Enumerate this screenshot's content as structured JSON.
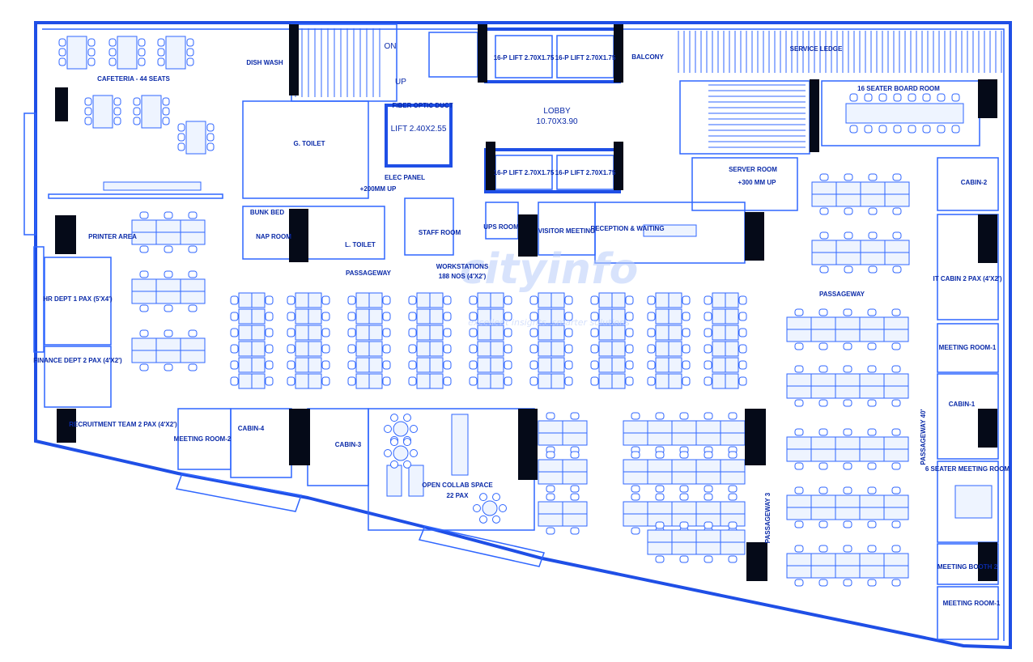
{
  "labels": {
    "cafeteria": "CAFETERIA - 44 SEATS",
    "dish_wash": "DISH WASH",
    "g_toilet": "G. TOILET",
    "l_toilet": "L. TOILET",
    "bunk_bed": "BUNK BED",
    "nap_room": "NAP ROOM",
    "staff_room": "STAFF ROOM",
    "ups_room": "UPS ROOM",
    "elec_panel": "ELEC PANEL",
    "fiber_duct": "FIBER OPTIC DUCT",
    "lift_small": "LIFT 2.40X2.55",
    "lift_size": "16-P LIFT 2.70X1.75",
    "lobby": "LOBBY",
    "lobby_size": "10.70X3.90",
    "balcony": "BALCONY",
    "service_ledge": "SERVICE LEDGE",
    "board_room": "16 SEATER BOARD ROOM",
    "server_room": "SERVER ROOM",
    "server_room_sub": "+300 MM UP",
    "reception": "RECEPTION & WAITING",
    "visitor_meeting": "VISITOR MEETING",
    "printer_area": "PRINTER AREA",
    "hr_dept": "HR DEPT 1 PAX (5'X4')",
    "finance_dept": "FINANCE DEPT 2 PAX (4'X2')",
    "passageway": "PASSAGEWAY",
    "workstations": "WORKSTATIONS",
    "workstations_sub": "188 NOS (4'X2')",
    "recruitment": "RECRUITMENT TEAM 2 PAX (4'X2')",
    "meeting_room_2": "MEETING ROOM-2",
    "cabin_4": "CABIN-4",
    "cabin_3": "CABIN-3",
    "open_collab": "OPEN COLLAB SPACE",
    "open_collab_sub": "22 PAX",
    "passageway_3": "PASSAGEWAY 3",
    "passageway_40": "PASSAGEWAY 40'",
    "cabin_2": "CABIN-2",
    "it_cabin": "IT CABIN 2 PAX (4'X2')",
    "meeting_room_1": "MEETING ROOM-1",
    "cabin_1": "CABIN-1",
    "six_seater": "6 SEATER MEETING ROOM",
    "meeting_booth": "MEETING BOOTH 2",
    "meeting_room_1b": "MEETING ROOM-1",
    "plus_200": "+200MM UP",
    "up": "UP",
    "on": "ON"
  },
  "watermark": {
    "brand": "cityinfo",
    "tagline": "excellent insights. smarter solutions"
  },
  "colors": {
    "wall": "#1f4fe6",
    "line": "#2f66ff",
    "text": "#0a2aa8",
    "column": "#050a18"
  }
}
